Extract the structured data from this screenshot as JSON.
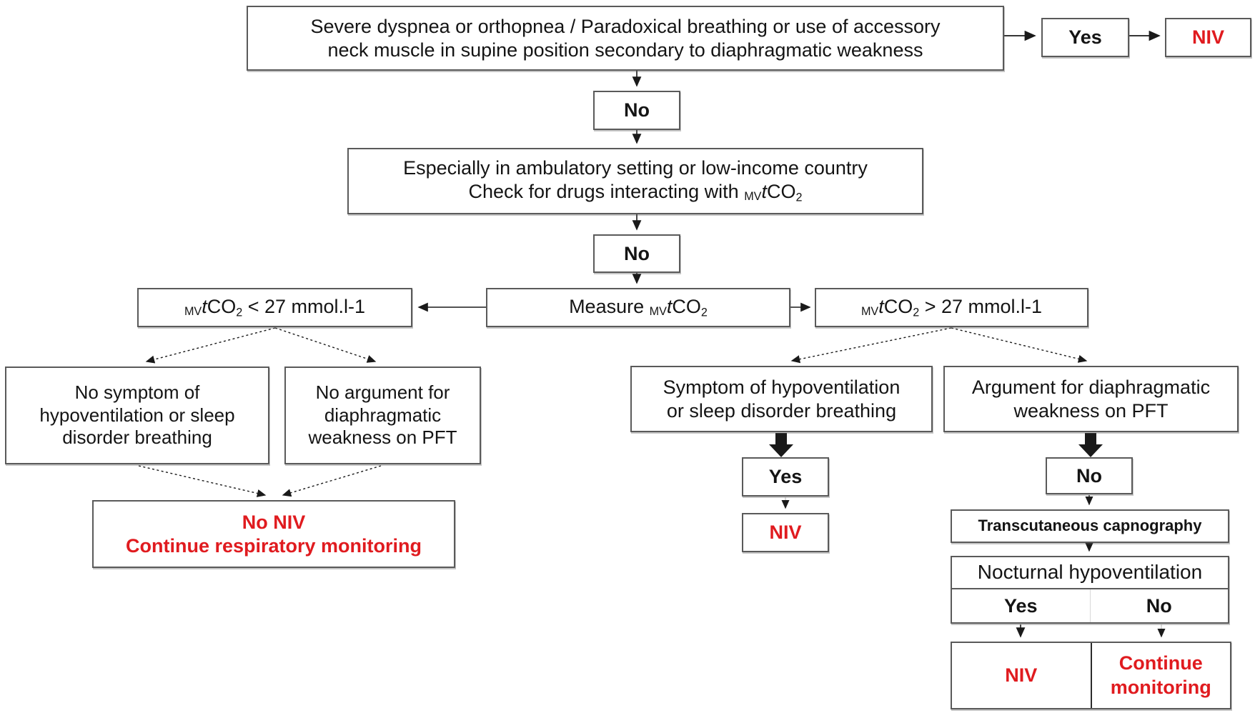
{
  "palette": {
    "red": "#e01b1f",
    "border": "#5a5a5a",
    "text": "#141414",
    "arrow": "#1a1a1a",
    "light_line": "#c9c9c9"
  },
  "formula": {
    "mv": "MV",
    "t": "t",
    "co": "CO",
    "two": "2"
  },
  "nodes": {
    "start": {
      "lines": [
        "Severe dyspnea or orthopnea / Paradoxical breathing or use of accessory",
        "neck muscle in supine position secondary to diaphragmatic weakness"
      ]
    },
    "yes_top": {
      "label": "Yes"
    },
    "niv_top": {
      "label": "NIV"
    },
    "no_after_start": {
      "label": "No"
    },
    "ambulatory": {
      "line1": "Especially in ambulatory setting or low-income country",
      "line2_prefix": "Check for drugs interacting with "
    },
    "no_after_ambulatory": {
      "label": "No"
    },
    "measure": {
      "prefix": "Measure "
    },
    "lt27": {
      "suffix": " < 27 mmol.l-1"
    },
    "gt27": {
      "suffix": " > 27 mmol.l-1"
    },
    "no_symptom": {
      "lines": [
        "No symptom of",
        "hypoventilation or sleep",
        "disorder breathing"
      ]
    },
    "no_argument": {
      "lines": [
        "No argument for",
        "diaphragmatic",
        "weakness on PFT"
      ]
    },
    "no_niv": {
      "lines": [
        "No NIV",
        "Continue respiratory monitoring"
      ]
    },
    "symptom": {
      "lines": [
        "Symptom of hypoventilation",
        "or sleep disorder breathing"
      ]
    },
    "argument": {
      "lines": [
        "Argument for diaphragmatic",
        "weakness on PFT"
      ]
    },
    "yes_symptom": {
      "label": "Yes"
    },
    "niv_symptom": {
      "label": "NIV"
    },
    "no_pft": {
      "label": "No"
    },
    "capnography": {
      "label": "Transcutaneous capnography"
    },
    "nocturnal": {
      "header": "Nocturnal hypoventilation",
      "yes": "Yes",
      "no": "No"
    },
    "outcome": {
      "niv": "NIV",
      "continue_lines": [
        "Continue",
        "monitoring"
      ]
    }
  }
}
